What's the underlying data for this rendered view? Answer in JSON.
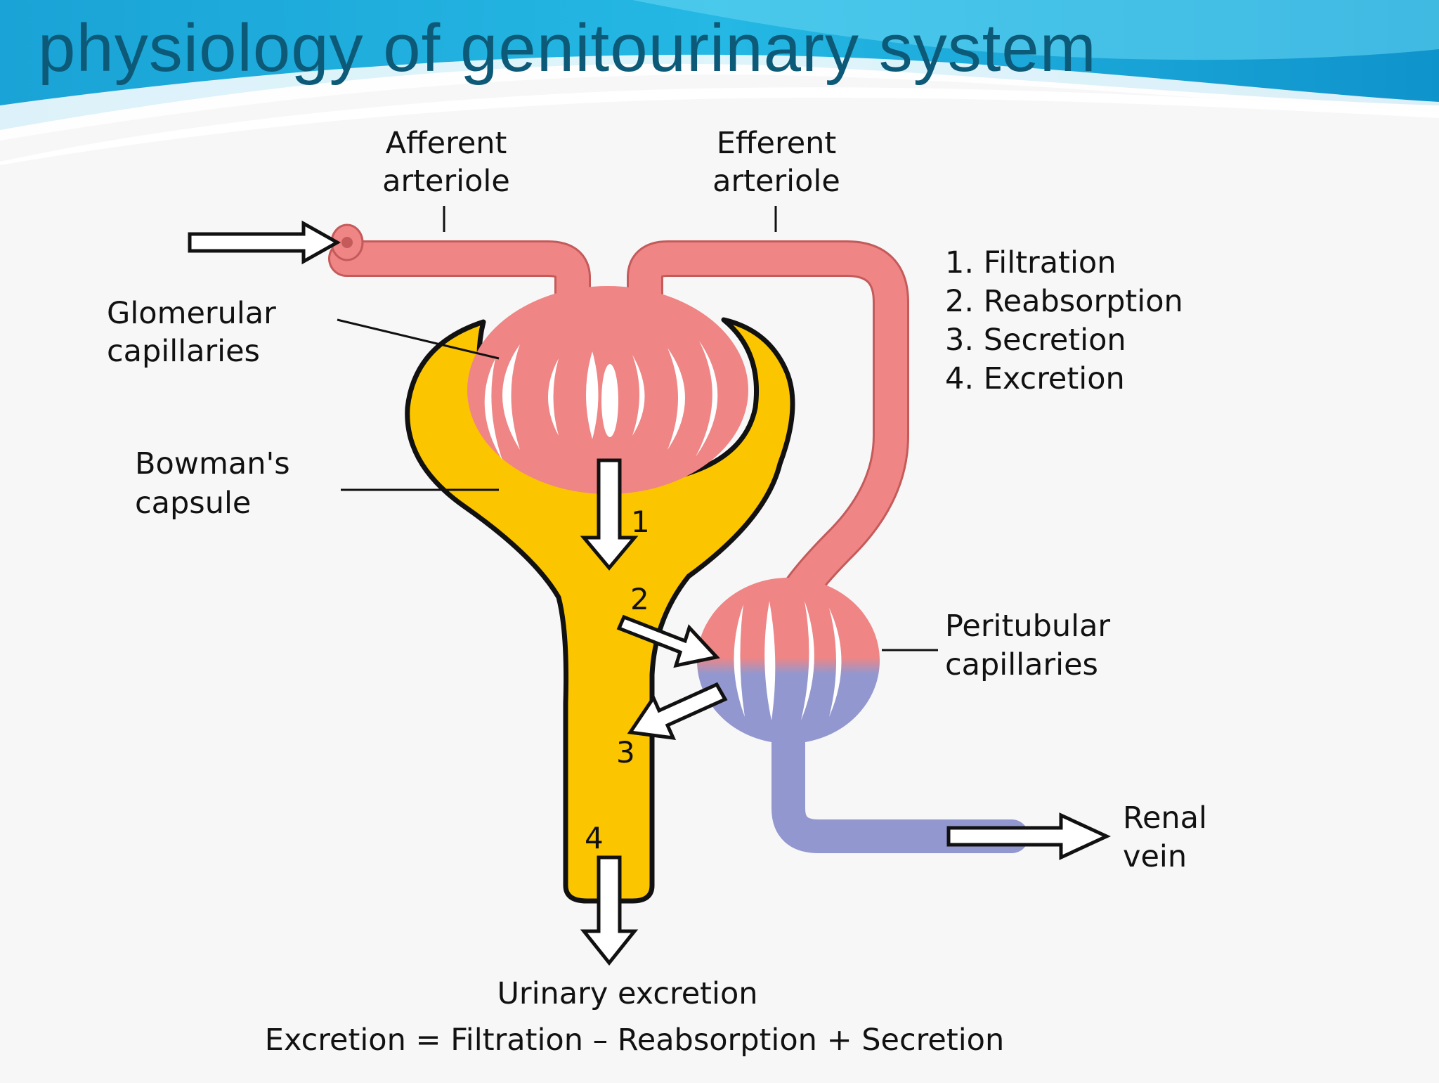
{
  "slide": {
    "title": "physiology of genitourinary  system"
  },
  "labels": {
    "afferent": [
      "Afferent",
      "arteriole"
    ],
    "efferent": [
      "Efferent",
      "arteriole"
    ],
    "glomerular": [
      "Glomerular",
      "capillaries"
    ],
    "bowman": [
      "Bowman's",
      "capsule"
    ],
    "peritubular": [
      "Peritubular",
      "capillaries"
    ],
    "renal_vein": [
      "Renal",
      "vein"
    ],
    "urinary": "Urinary excretion",
    "equation": "Excretion = Filtration – Reabsorption + Secretion"
  },
  "processes": [
    "1. Filtration",
    "2. Reabsorption",
    "3. Secretion",
    "4. Excretion"
  ],
  "steps": [
    "1",
    "2",
    "3",
    "4"
  ],
  "colors": {
    "artery": "#ef8585",
    "vein": "#9298cf",
    "tubule": "#fbc500",
    "title": "#0d5a78",
    "header_wave": "#1ea7d7"
  }
}
